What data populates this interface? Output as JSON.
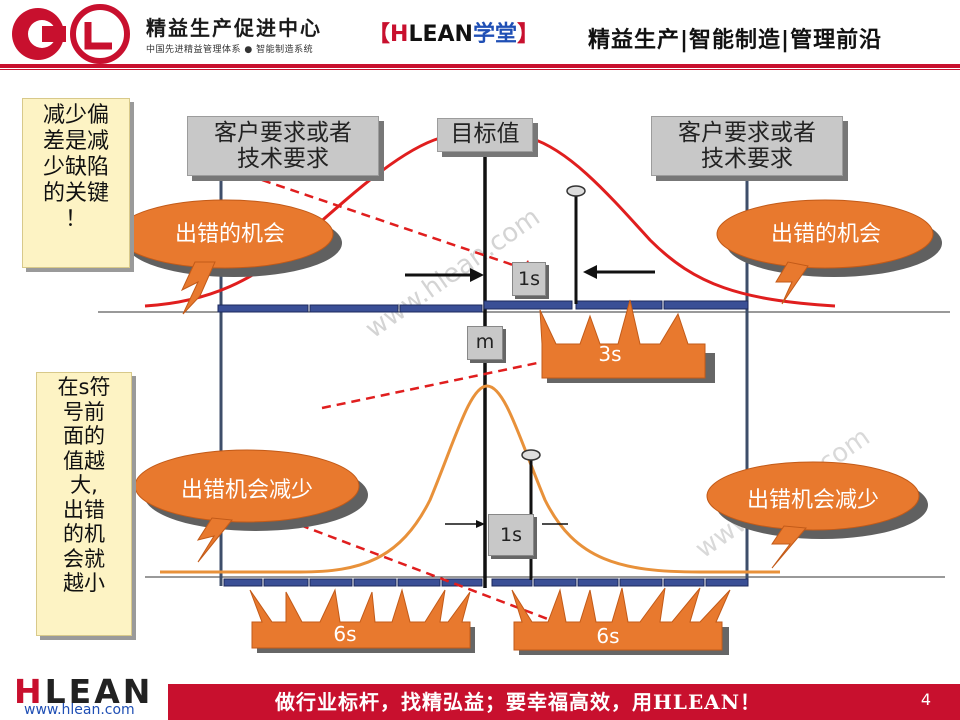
{
  "header": {
    "org_name": "精益生产促进中心",
    "org_subtitle": "中国先进精益管理体系 ● 智能制造系统",
    "brand_bracket_left": "【",
    "brand_h": "H",
    "brand_lean": "LEAN",
    "brand_school": "学堂",
    "brand_bracket_right": "】",
    "tagline": "精益生产|智能制造|管理前沿"
  },
  "notes": {
    "top": [
      "减少偏",
      "差是减",
      "少缺陷",
      "的关键",
      "！"
    ],
    "bottom": [
      "在s符",
      "号前",
      "面的",
      "值越",
      "大,",
      "出错",
      "的机",
      "会就",
      "越小"
    ]
  },
  "boxes": {
    "requirement_left": [
      "客户要求或者",
      "技术要求"
    ],
    "requirement_right": [
      "客户要求或者",
      "技术要求"
    ],
    "target": "目标值",
    "sigma_top": "1s",
    "mean": "m",
    "sigma_bottom": "1s"
  },
  "labels": {
    "chance_left": "出错的机会",
    "chance_right": "出错的机会",
    "reduced_left": "出错机会减少",
    "reduced_right": "出错机会减少",
    "three_s": "3s",
    "six_s_left": "6s",
    "six_s_right": "6s"
  },
  "footer": {
    "slogan": "做行业标杆，找精弘益；要幸福高效，用HLEAN！",
    "page_number": "4",
    "logo_h": "H",
    "logo_rest": "LEAN",
    "url": "www.hlean.com"
  },
  "watermark": "www.hlean.com",
  "colors": {
    "brand_red": "#c8102e",
    "curve_red": "#e01e1e",
    "curve_orange": "#e8913a",
    "callout_orange": "#e8792e",
    "note_yellow": "#fdf3c4",
    "box_grey": "#c8c8c8",
    "scale_blue": "#2b3f8c"
  }
}
